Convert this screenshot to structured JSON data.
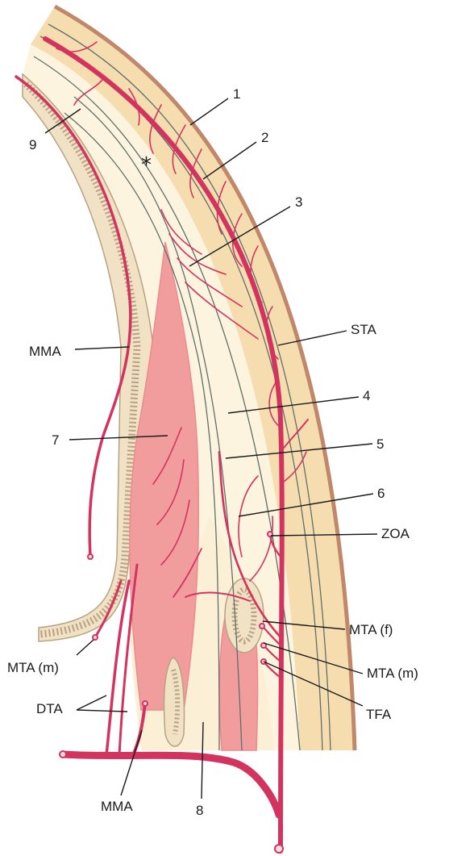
{
  "colors": {
    "artery": "#d3345f",
    "skin": "#f6ddb0",
    "skin_edge": "#c0876a",
    "fascia_fill": "#fdf4df",
    "muscle": "#f29d9d",
    "muscle_dark": "#ea8b8f",
    "bone": "#f1e2c6",
    "bone_dots": "#b9a283",
    "line": "#5f6f6a"
  },
  "labels": {
    "n1": "1",
    "n2": "2",
    "n3": "3",
    "n4": "4",
    "n5": "5",
    "n6": "6",
    "n7": "7",
    "n8": "8",
    "n9": "9",
    "asterisk": "*",
    "sta": "STA",
    "mma_upper": "MMA",
    "mma_lower": "MMA",
    "zoa": "ZOA",
    "mta_f": "MTA (f)",
    "mta_m_right": "MTA (m)",
    "mta_m_left": "MTA (m)",
    "tfa": "TFA",
    "dta": "DTA"
  }
}
